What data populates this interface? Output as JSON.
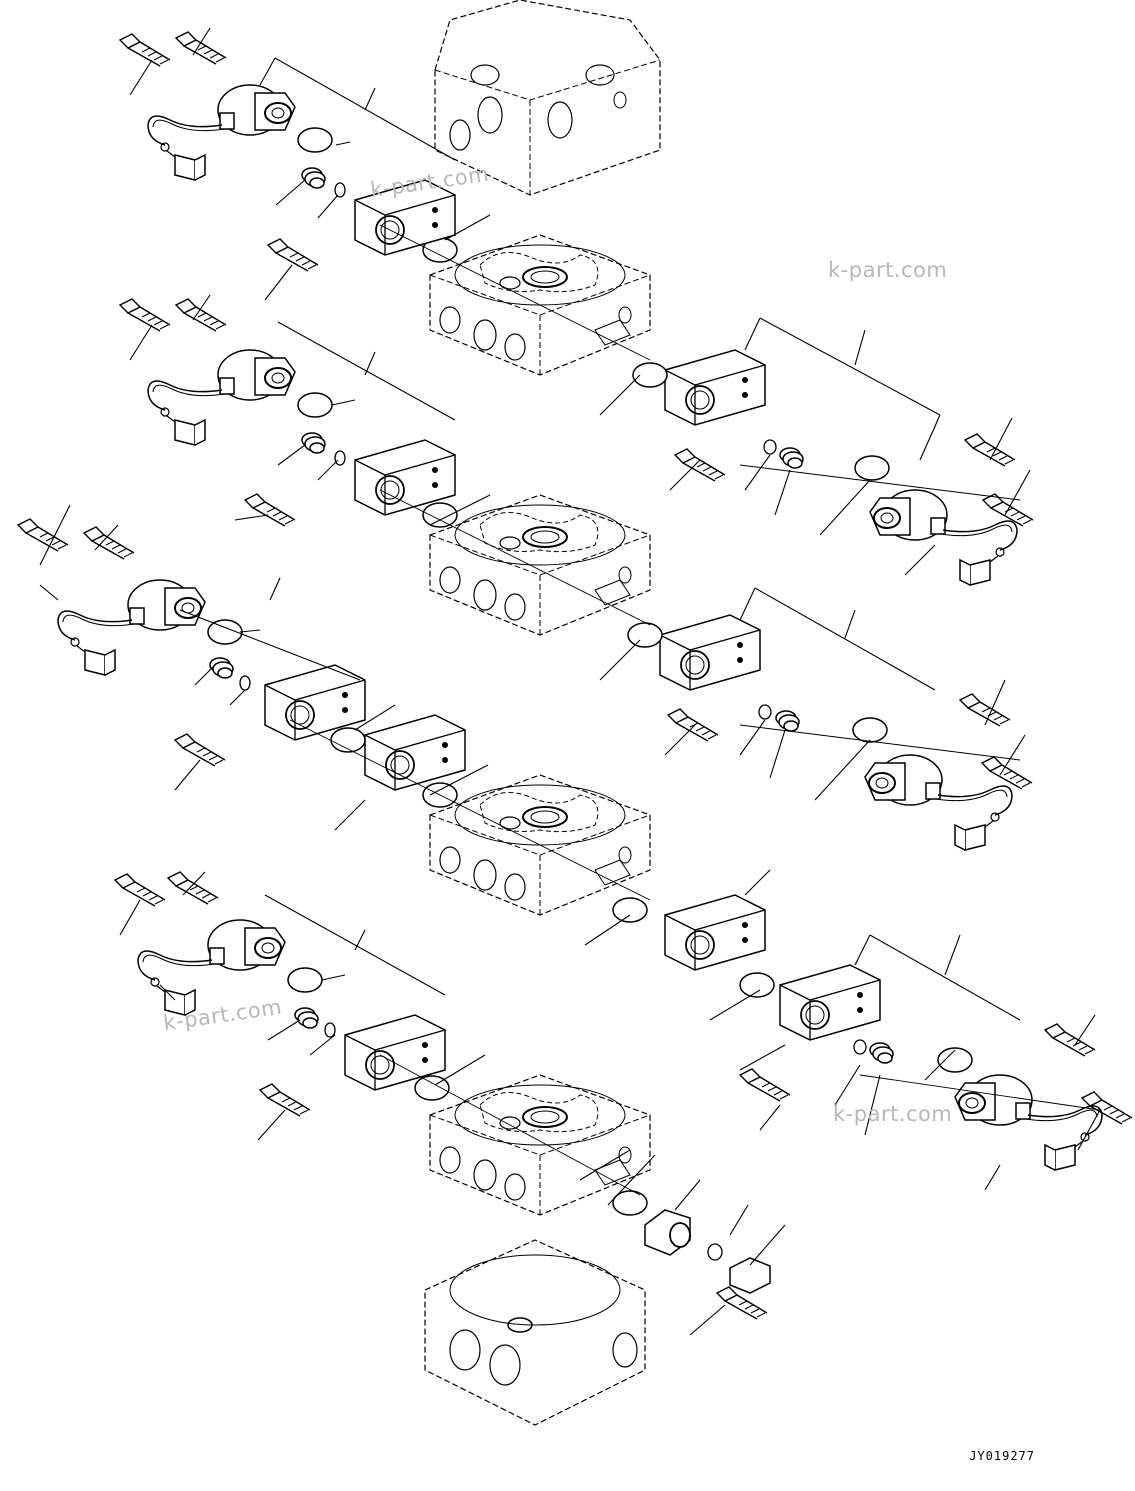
{
  "diagram": {
    "watermarks": [
      "k-part.com",
      "k-part.com",
      "k-part.com",
      "k-part.com"
    ],
    "drawing_code": "JY019277"
  },
  "colors": {
    "ink": "#000000",
    "paper": "#ffffff",
    "watermark": "#b8b8b8"
  }
}
